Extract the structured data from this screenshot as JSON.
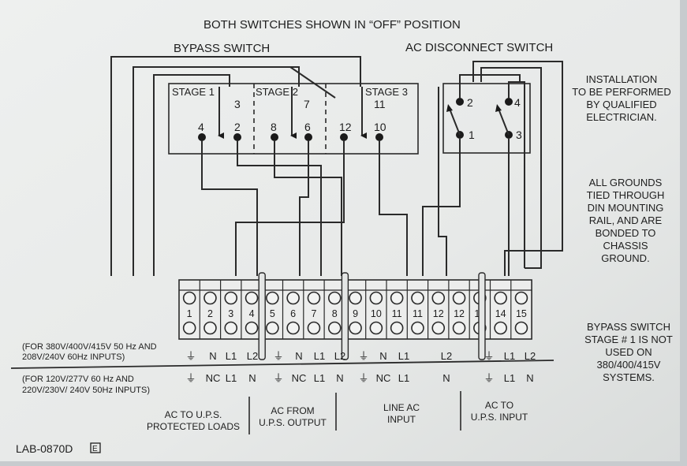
{
  "diagram": {
    "title": "BOTH SWITCHES SHOWN IN “OFF” POSITION",
    "bypass_switch_label": "BYPASS SWITCH",
    "ac_disconnect_label": "AC DISCONNECT SWITCH",
    "stages": [
      {
        "label": "STAGE 1",
        "top": "3",
        "bottom": [
          "4",
          "2"
        ]
      },
      {
        "label": "STAGE 2",
        "top": "7",
        "bottom": [
          "8",
          "6"
        ]
      },
      {
        "label": "STAGE 3",
        "top": "11",
        "bottom": [
          "12",
          "10"
        ]
      }
    ],
    "disconnect_contacts": [
      "2",
      "4",
      "1",
      "3"
    ],
    "notes": {
      "installation": [
        "INSTALLATION",
        "TO BE PERFORMED",
        "BY QUALIFIED",
        "ELECTRICIAN."
      ],
      "grounds": [
        "ALL GROUNDS",
        "TIED THROUGH",
        "DIN MOUNTING",
        "RAIL, AND ARE",
        "BONDED TO",
        "CHASSIS",
        "GROUND."
      ],
      "bypass_stage": [
        "BYPASS SWITCH",
        "STAGE # 1 IS NOT",
        "USED ON",
        "380/400/415V",
        "SYSTEMS."
      ]
    },
    "terminal_numbers": [
      "1",
      "2",
      "3",
      "4",
      "5",
      "6",
      "7",
      "8",
      "9",
      "10",
      "11",
      "11",
      "12",
      "12",
      "13",
      "14",
      "15"
    ],
    "row1": {
      "note": [
        "(FOR 380V/400V/415V 50 Hz AND",
        "208V/240V 60Hz INPUTS)"
      ],
      "labels": [
        "⏚",
        "N",
        "L1",
        "L2",
        "⏚",
        "N",
        "L1",
        "L2",
        "⏚",
        "N",
        "L1",
        "L2",
        "⏚",
        "L1",
        "L2"
      ]
    },
    "row2": {
      "note": [
        "(FOR 120V/277V  60 Hz AND",
        "220V/230V/ 240V 50Hz INPUTS)"
      ],
      "labels": [
        "⏚",
        "NC",
        "L1",
        "N",
        "⏚",
        "NC",
        "L1",
        "N",
        "⏚",
        "NC",
        "L1",
        "N",
        "⏚",
        "L1",
        "N"
      ]
    },
    "groups": [
      [
        "AC TO U.P.S.",
        "PROTECTED LOADS"
      ],
      [
        "AC FROM",
        "U.P.S. OUTPUT"
      ],
      [
        "LINE AC",
        "INPUT"
      ],
      [
        "AC TO",
        "U.P.S. INPUT"
      ]
    ],
    "part_number": "LAB-0870D",
    "revision_mark": "E"
  }
}
